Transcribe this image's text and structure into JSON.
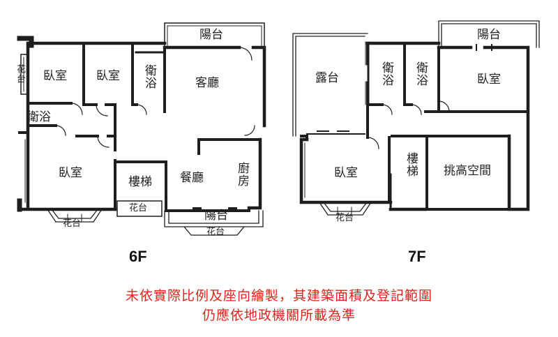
{
  "floor_6": {
    "title": "6F",
    "rooms": {
      "planter_left": "花台",
      "bedroom_a": "臥室",
      "bedroom_b": "臥室",
      "bath_top": "衛浴",
      "living": "客廳",
      "balcony_top": "陽台",
      "bath_left": "衛浴",
      "bedroom_c": "臥室",
      "stairs": "樓梯",
      "dining": "餐廳",
      "kitchen": "廚房",
      "planter_small": "花台",
      "balcony_bottom": "陽台",
      "planter_bay": "花台",
      "planter_bottom": "花台"
    }
  },
  "floor_7": {
    "title": "7F",
    "rooms": {
      "terrace": "露台",
      "bath_a": "衛浴",
      "bath_b": "衛浴",
      "balcony": "陽台",
      "bedroom_top": "臥室",
      "bedroom_main": "臥室",
      "stairs": "樓梯",
      "void": "挑高空間",
      "planter_bay": "花台"
    }
  },
  "disclaimer": {
    "line1": "未依實際比例及座向繪製，其建築面積及登記範圍",
    "line2": "仍應依地政機關所載為準"
  },
  "colors": {
    "wall": "#1e1e1e",
    "thin_line": "#555555",
    "disclaimer": "#e0231b"
  }
}
